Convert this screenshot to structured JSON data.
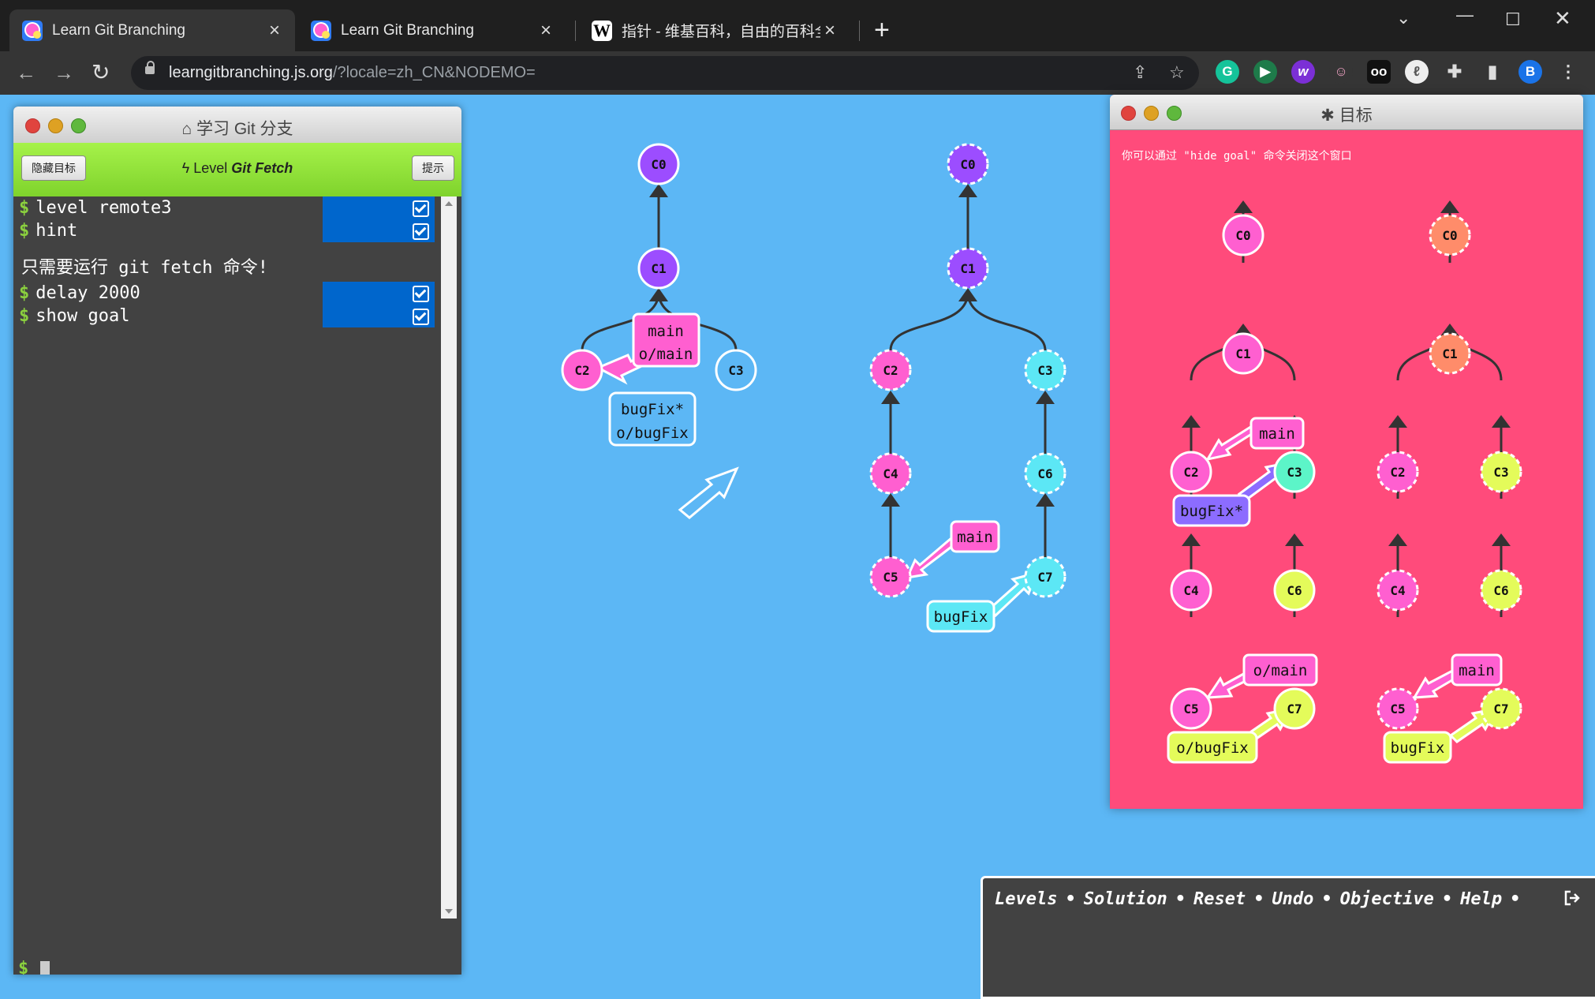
{
  "tabs": [
    {
      "title": "Learn Git Branching",
      "active": true,
      "favicon": "lgb-icon"
    },
    {
      "title": "Learn Git Branching",
      "active": false,
      "favicon": "lgb-icon"
    },
    {
      "title": "指针 - 维基百科，自由的百科全书",
      "active": false,
      "favicon": "wikipedia-icon"
    }
  ],
  "address": {
    "host": "learngitbranching.js.org",
    "path": "/?locale=zh_CN&NODEMO="
  },
  "profile_initial": "B",
  "terminal": {
    "title": "学习 Git 分支",
    "hide_goal_button": "隐藏目标",
    "level_prefix": "Level",
    "level_name": "Git Fetch",
    "hint_button": "提示",
    "prompt": "$",
    "commands": [
      "level remote3",
      "hint",
      "delay 2000",
      "show goal"
    ],
    "hint_message": "只需要运行 git fetch 命令!"
  },
  "main_graph": {
    "local": {
      "commits": [
        "C0",
        "C1",
        "C2",
        "C3"
      ],
      "branches": [
        {
          "label": "main"
        },
        {
          "label": "o/main"
        },
        {
          "label": "bugFix*"
        },
        {
          "label": "o/bugFix"
        }
      ]
    },
    "remote": {
      "commits": [
        "C0",
        "C1",
        "C2",
        "C3",
        "C4",
        "C5",
        "C6",
        "C7"
      ],
      "branches": [
        {
          "label": "main"
        },
        {
          "label": "bugFix"
        }
      ]
    }
  },
  "goal_window": {
    "title": "目标",
    "hint": "你可以通过 \"hide goal\" 命令关闭这个窗口",
    "local": {
      "commits": [
        "C0",
        "C1",
        "C2",
        "C3",
        "C4",
        "C5",
        "C6",
        "C7"
      ],
      "branches": [
        {
          "label": "main"
        },
        {
          "label": "bugFix*"
        },
        {
          "label": "o/main"
        },
        {
          "label": "o/bugFix"
        }
      ]
    },
    "remote": {
      "commits": [
        "C0",
        "C1",
        "C2",
        "C3",
        "C4",
        "C5",
        "C6",
        "C7"
      ],
      "branches": [
        {
          "label": "main"
        },
        {
          "label": "bugFix"
        }
      ]
    }
  },
  "bottom_bar": {
    "links": [
      "Levels",
      "Solution",
      "Reset",
      "Undo",
      "Objective",
      "Help"
    ],
    "separator": "•"
  },
  "colors": {
    "page_bg": "#5cb7f5",
    "goal_bg": "#ff4b7b",
    "commit_purple": "#9c4dff",
    "commit_pink": "#ff5fd0",
    "commit_cyan": "#5ce7f5",
    "commit_lime": "#e4fb5a",
    "commit_teal": "#5cf5c8",
    "commit_orange": "#ff8c6a",
    "branch_violet": "#8c6cff"
  }
}
